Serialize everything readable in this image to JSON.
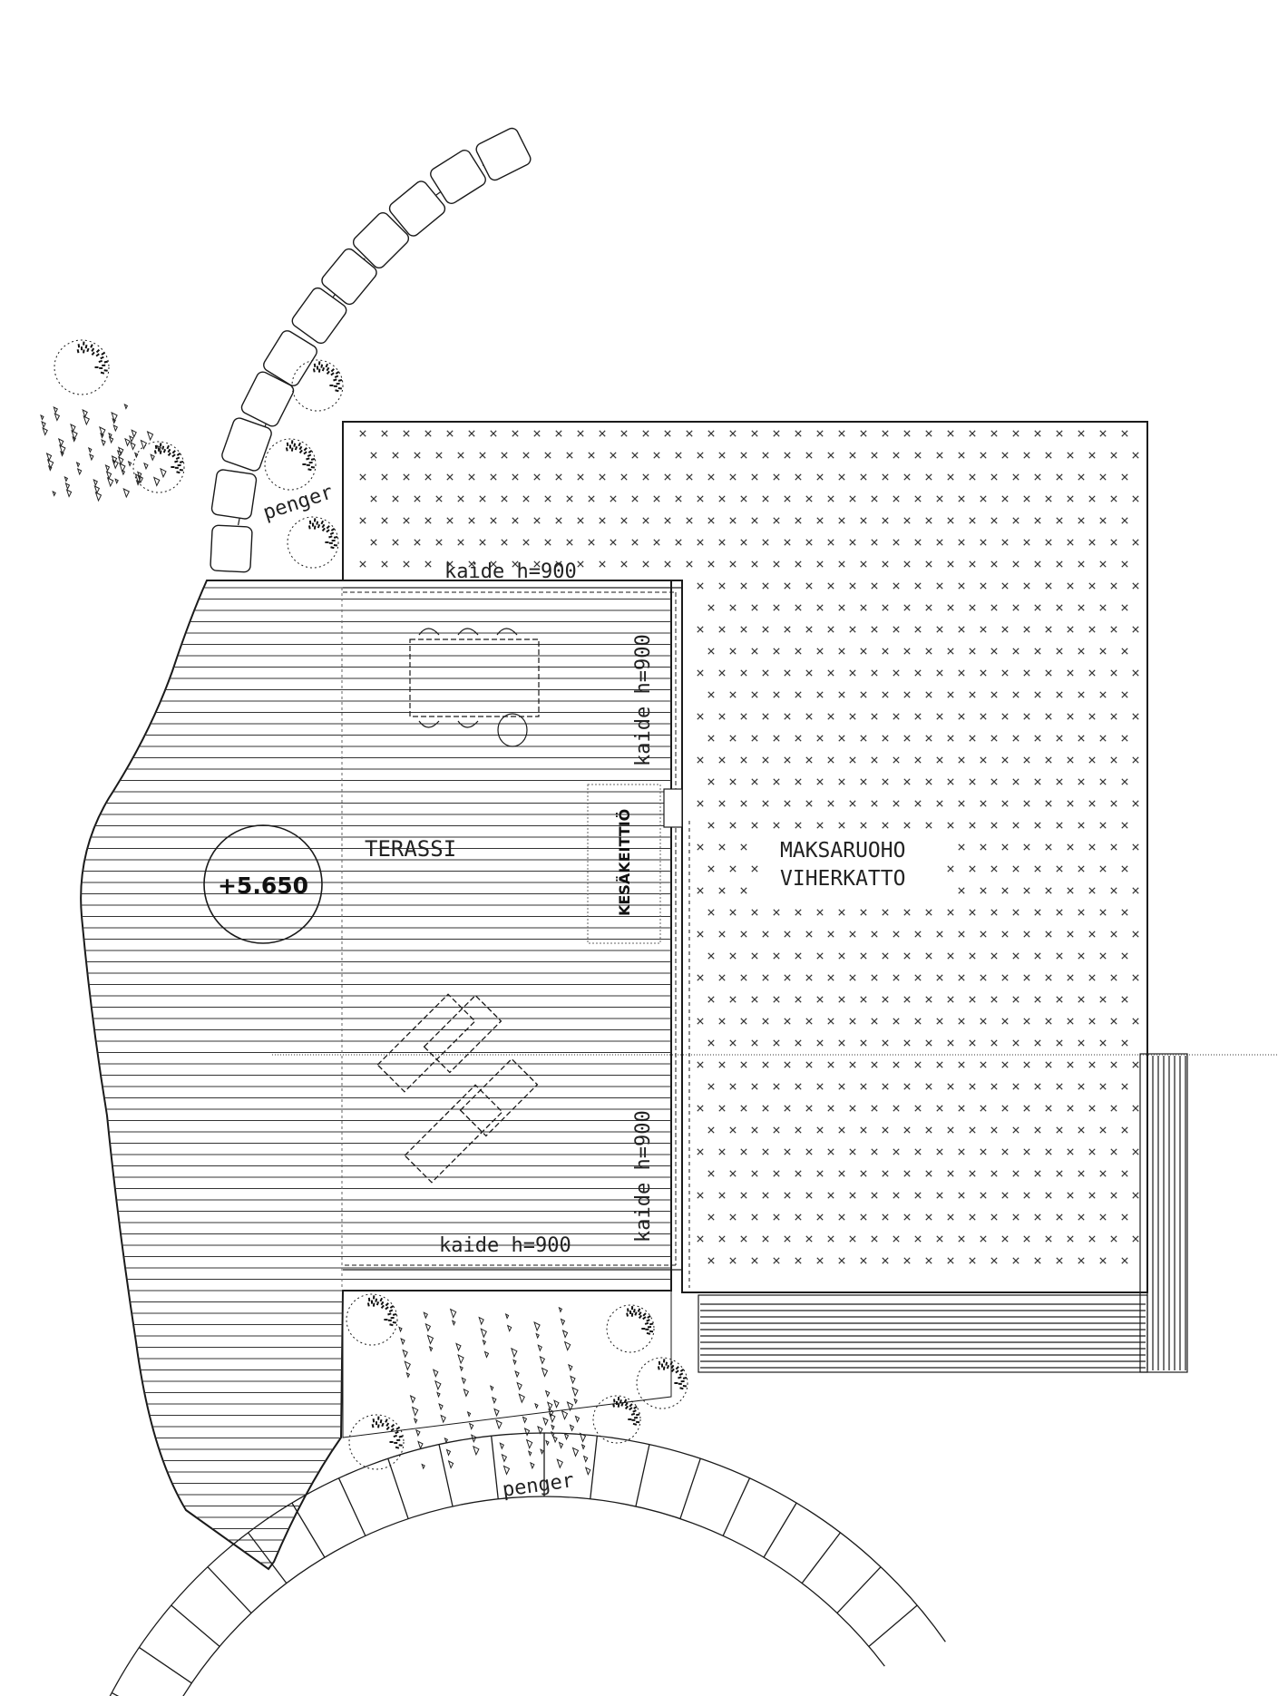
{
  "labels": {
    "terrace": "TERASSI",
    "elevation": "+5.650",
    "kitchen": "KESÄKEITTIÖ",
    "roof_line1": "MAKSARUOHO",
    "roof_line2": "VIHERKATTO",
    "railing_top": "kaide h=900",
    "railing_bottom": "kaide h=900",
    "railing_right_upper": "kaide h=900",
    "railing_right_lower": "kaide h=900",
    "embankment_top": "penger",
    "embankment_bottom": "penger"
  },
  "colors": {
    "ink": "#1a1a1a",
    "hatch": "#333333",
    "faint": "#9a9a9a"
  }
}
